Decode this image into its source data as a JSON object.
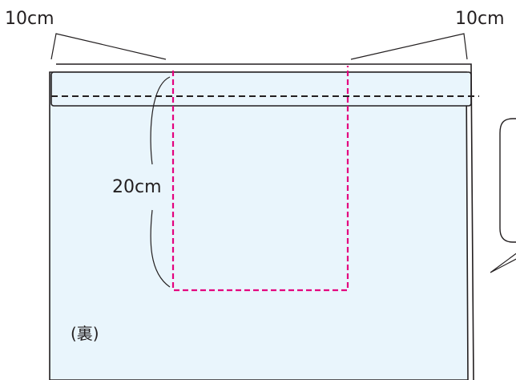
{
  "labels": {
    "left_width": "10cm",
    "right_width": "10cm",
    "height": "20cm",
    "reverse_side": "(裏)"
  },
  "colors": {
    "fabric_fill": "#e9f5fc",
    "outline": "#231f20",
    "stitch_line": "#e4007f",
    "fold_line": "#231f20"
  }
}
